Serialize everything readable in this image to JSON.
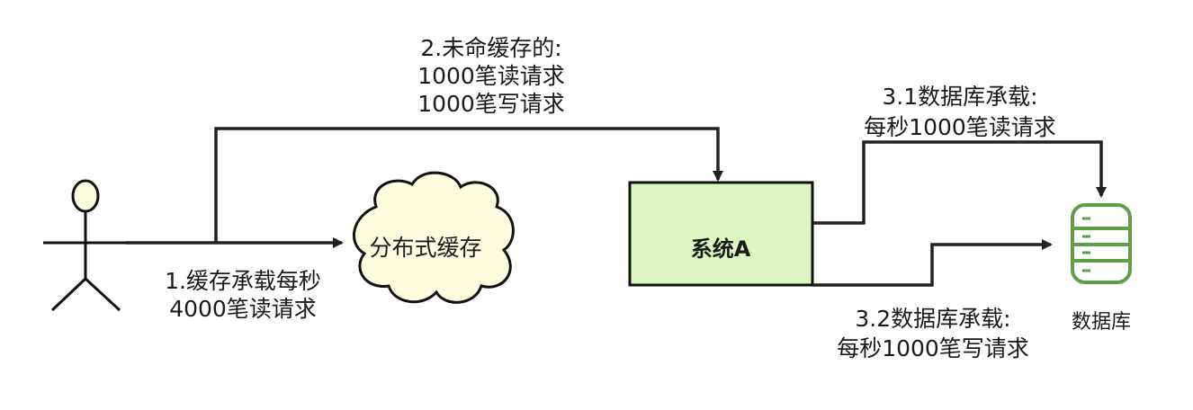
{
  "actor": {
    "icon": "stick-figure-user-icon"
  },
  "cache": {
    "label": "分布式缓存",
    "icon": "cloud-icon",
    "fill": "#fffde0"
  },
  "system": {
    "label": "系统A",
    "fill": "#dcf7c0"
  },
  "database": {
    "label": "数据库",
    "icon": "database-icon",
    "color": "#5f9f4a"
  },
  "edges": {
    "cache_load": {
      "line1": "1.缓存承载每秒",
      "line2": "4000笔读请求"
    },
    "cache_miss": {
      "line1": "2.未命缓存的:",
      "line2": "1000笔读请求",
      "line3": "1000笔写请求"
    },
    "db_read": {
      "line1": "3.1数据库承载:",
      "line2": "每秒1000笔读请求"
    },
    "db_write": {
      "line1": "3.2数据库承载:",
      "line2": "每秒1000笔写请求"
    }
  }
}
